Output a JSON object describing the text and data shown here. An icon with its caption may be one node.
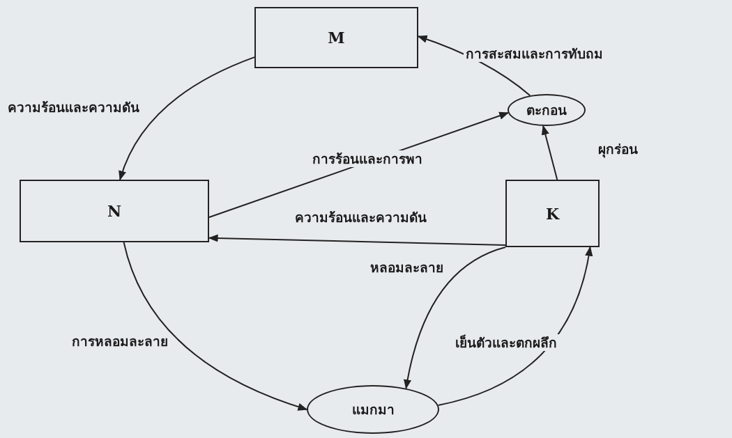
{
  "diagram": {
    "nodes": [
      {
        "text": [
          "M"
        ]
      },
      {
        "text": [
          "ตะกอน"
        ]
      },
      {
        "text": [
          "N"
        ]
      },
      {
        "text": [
          "K"
        ]
      },
      {
        "text": [
          "แมกมา"
        ]
      }
    ],
    "edges": [
      {
        "from": 0,
        "to": 2,
        "arrow": "to",
        "label": "ความร้อนและความดัน"
      },
      {
        "from": 1,
        "to": 0,
        "arrow": "to",
        "label": "การสะสมและการทับถม"
      },
      {
        "from": 2,
        "to": 1,
        "arrow": "to",
        "label": "การร้อนและการพา"
      },
      {
        "from": 3,
        "to": 2,
        "arrow": "to",
        "label": "ความร้อนและความดัน"
      },
      {
        "from": 3,
        "to": 4,
        "arrow": "to",
        "label": "หลอมละลาย"
      },
      {
        "from": 2,
        "to": 4,
        "arrow": "to",
        "label": "การหลอมละลาย"
      },
      {
        "from": 4,
        "to": 3,
        "arrow": "to",
        "label": "เย็นตัวและตกผลึก"
      },
      {
        "from": 3,
        "to": 1,
        "arrow": "to",
        "label": "ผุกร่อน"
      }
    ]
  }
}
